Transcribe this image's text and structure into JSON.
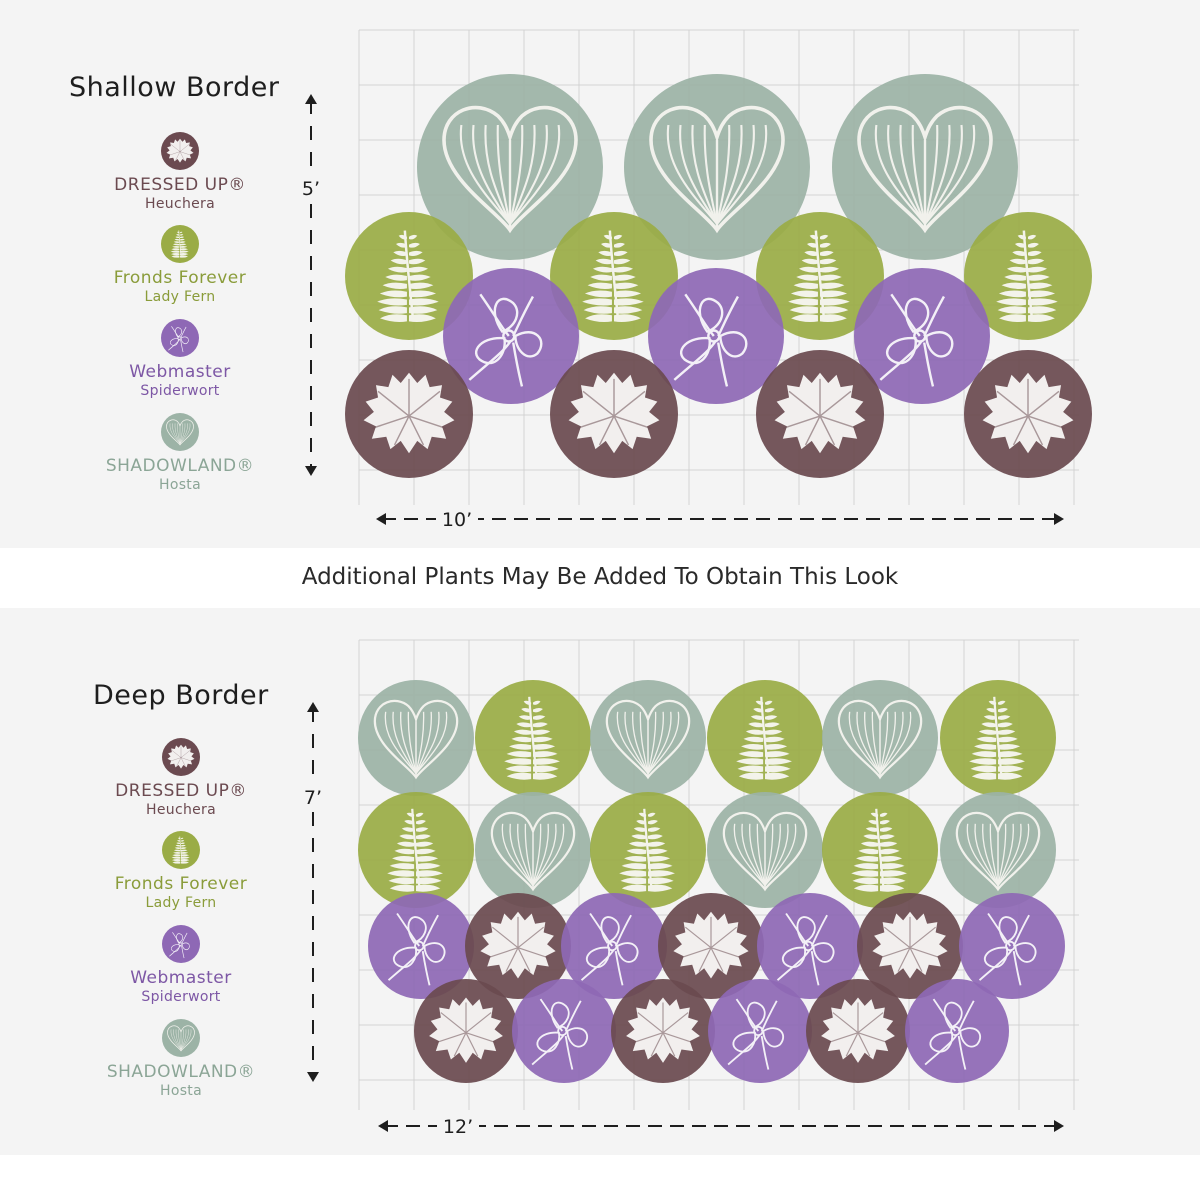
{
  "colors": {
    "heuchera": "#6b4a50",
    "fern": "#9aac46",
    "spiderwort": "#8e68b5",
    "hosta": "#9cb3a6",
    "grid": "#d3d3d3",
    "background": "#f4f4f4"
  },
  "plants": {
    "heuchera": {
      "name": "DRESSED UP®",
      "type": "Heuchera",
      "icon": "maple-leaf-icon",
      "color": "#6b4a50"
    },
    "fern": {
      "name": "Fronds Forever",
      "type": "Lady Fern",
      "icon": "fern-frond-icon",
      "color": "#9aac46"
    },
    "spiderwort": {
      "name": "Webmaster",
      "type": "Spiderwort",
      "icon": "spiderwort-flower-icon",
      "color": "#8e68b5"
    },
    "hosta": {
      "name": "SHADOWLAND®",
      "type": "Hosta",
      "icon": "heart-leaf-icon",
      "color": "#9cb3a6"
    }
  },
  "middle_note": "Additional Plants May Be Added To Obtain This Look",
  "shallow": {
    "title": "Shallow Border",
    "depth_label": "5’",
    "width_label": "10’"
  },
  "deep": {
    "title": "Deep Border",
    "depth_label": "7’",
    "width_label": "12’"
  }
}
